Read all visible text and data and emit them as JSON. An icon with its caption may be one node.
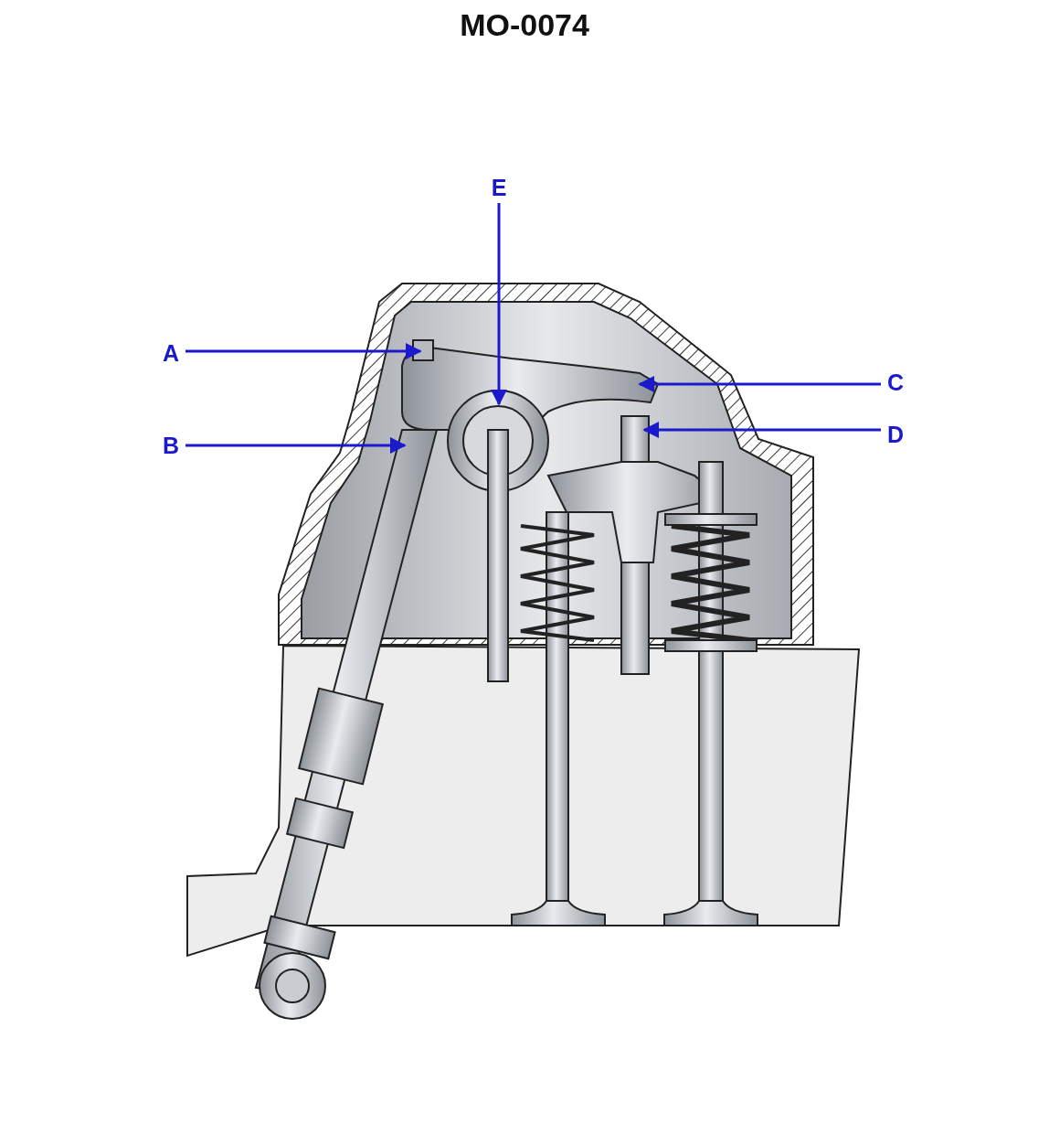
{
  "diagram": {
    "title": "MO-0074",
    "nodes": [
      {
        "text": [
          "A"
        ]
      },
      {
        "text": [
          "B"
        ]
      },
      {
        "text": [
          "C"
        ]
      },
      {
        "text": [
          "D"
        ]
      },
      {
        "text": [
          "E"
        ]
      }
    ],
    "edges": [
      {
        "from": 0,
        "to": null,
        "arrow": "to"
      },
      {
        "from": 1,
        "to": null,
        "arrow": "to"
      },
      {
        "from": 2,
        "to": null,
        "arrow": "to"
      },
      {
        "from": 3,
        "to": null,
        "arrow": "to"
      },
      {
        "from": 4,
        "to": null,
        "arrow": "to"
      }
    ]
  }
}
